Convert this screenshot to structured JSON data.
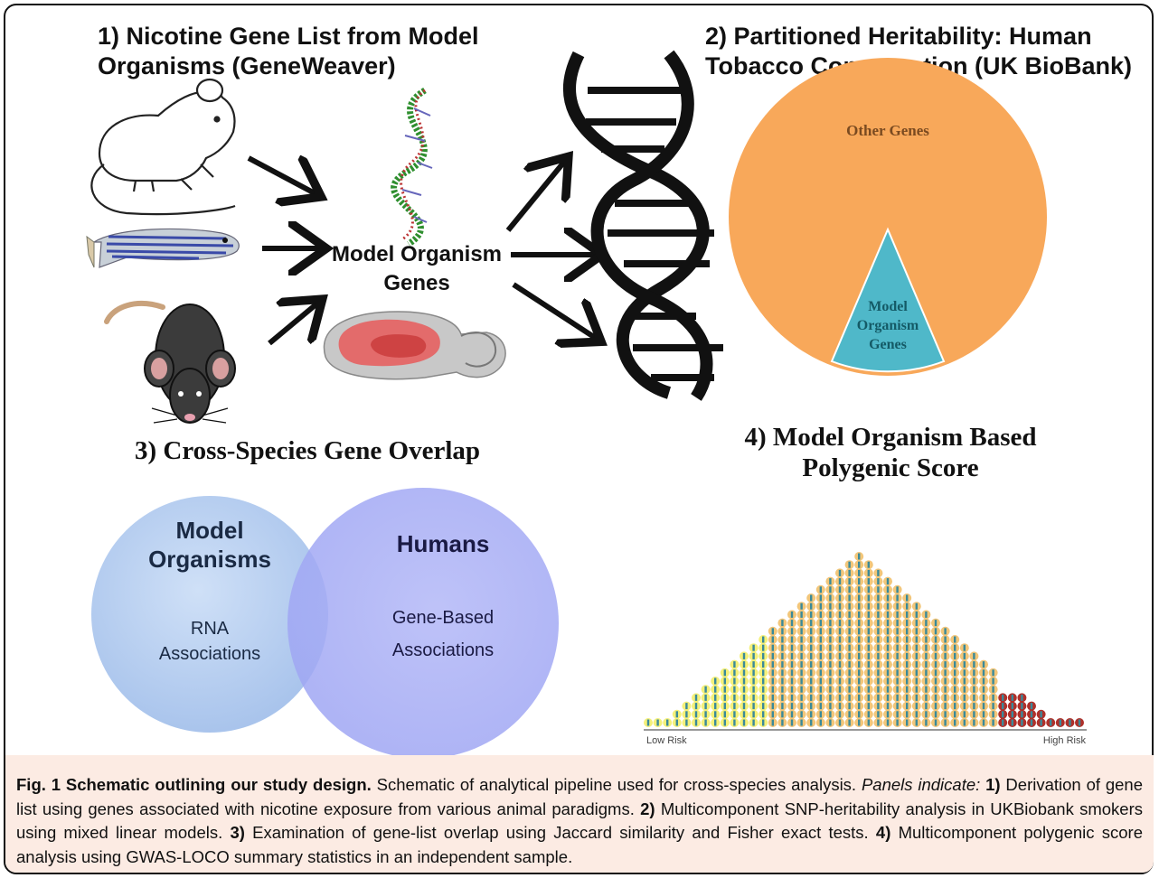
{
  "panel1": {
    "title_line1": "1) Nicotine Gene List from Model",
    "title_line2": "Organisms (GeneWeaver)",
    "center_label_line1": "Model Organism",
    "center_label_line2": "Genes"
  },
  "panel2": {
    "title_line1": "2) Partitioned Heritability: Human",
    "title_line2": "Tobacco Consumption (UK BioBank)",
    "pie": {
      "large_label": "Other Genes",
      "small_label_line1": "Model",
      "small_label_line2": "Organism",
      "small_label_line3": "Genes"
    }
  },
  "panel3": {
    "title": "3) Cross-Species Gene Overlap",
    "left_circle": {
      "title_line1": "Model",
      "title_line2": "Organisms",
      "body_line1": "RNA",
      "body_line2": "Associations"
    },
    "right_circle": {
      "title": "Humans",
      "body_line1": "Gene-Based",
      "body_line2": "Associations"
    }
  },
  "panel4": {
    "title_line1": "4) Model Organism Based",
    "title_line2": "Polygenic Score",
    "low_label": "Low Risk",
    "high_label": "High Risk"
  },
  "caption": {
    "fig_label": "Fig. 1 Schematic outlining our study design.",
    "intro": " Schematic of analytical pipeline used for cross-species analysis. ",
    "panels_label": "Panels indicate:",
    "n1": " 1)",
    "t1": " Derivation of gene list using genes associated with nicotine exposure from various animal paradigms. ",
    "n2": "2)",
    "t2": " Multicomponent SNP-heritability analysis in UKBiobank smokers using mixed linear models. ",
    "n3": "3)",
    "t3": " Examination of gene-list overlap using Jaccard similarity and Fisher exact tests. ",
    "n4": "4)",
    "t4": " Multicomponent polygenic score analysis using GWAS-LOCO summary statistics in an independent sample."
  },
  "colors": {
    "pie_large": "#f8a85a",
    "pie_small": "#4fb8c9",
    "venn_left": "#bcd3f2",
    "venn_right": "#a8aef5",
    "dot_low": "#f4f07a",
    "dot_mid": "#f2c67a",
    "dot_high": "#b0302a"
  }
}
